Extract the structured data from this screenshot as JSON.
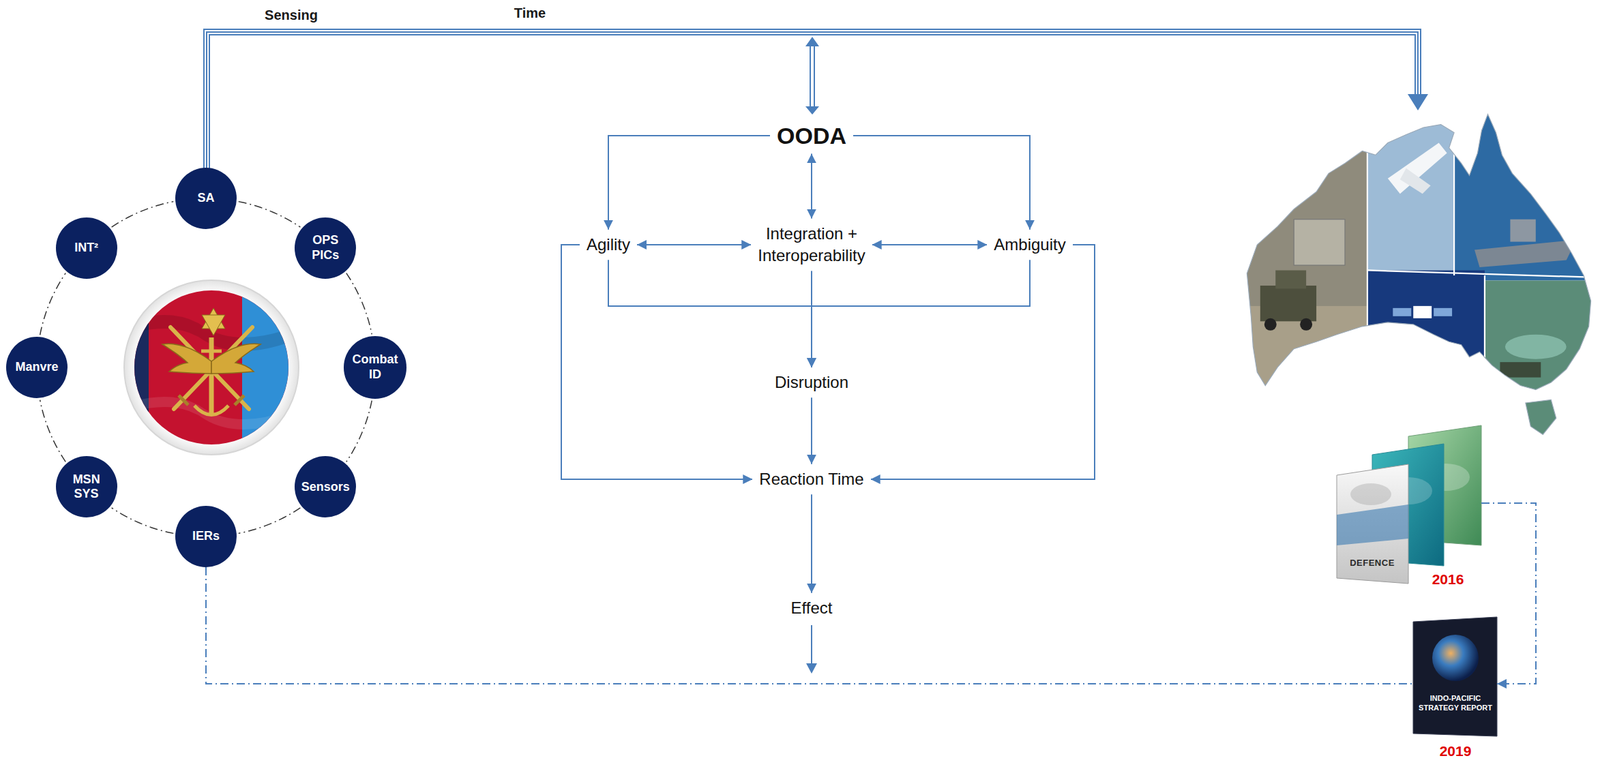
{
  "diagram": {
    "nodes": [
      {
        "text": [
          "SA"
        ]
      },
      {
        "text": [
          "OPS PICs"
        ]
      },
      {
        "text": [
          "Combat ID"
        ]
      },
      {
        "text": [
          "Sensors"
        ]
      },
      {
        "text": [
          "IERs"
        ]
      },
      {
        "text": [
          "MSN SYS"
        ]
      },
      {
        "text": [
          "Manvre"
        ]
      },
      {
        "text": [
          "INT²"
        ]
      },
      {
        "text": [
          "OODA"
        ]
      },
      {
        "text": [
          "Agility"
        ]
      },
      {
        "text": [
          "Integration + Interoperability"
        ]
      },
      {
        "text": [
          "Ambiguity"
        ]
      },
      {
        "text": [
          "Disruption"
        ]
      },
      {
        "text": [
          "Reaction Time"
        ]
      },
      {
        "text": [
          "Effect"
        ]
      },
      {
        "text": [
          "2016"
        ]
      },
      {
        "text": [
          "2019"
        ]
      }
    ],
    "edges": [
      {
        "from": 8,
        "to": 9,
        "arrow": "to"
      },
      {
        "from": 8,
        "to": 11,
        "arrow": "to"
      },
      {
        "from": 8,
        "to": 10,
        "arrow": "both"
      },
      {
        "from": 9,
        "to": 10,
        "arrow": "both"
      },
      {
        "from": 10,
        "to": 11,
        "arrow": "both"
      },
      {
        "from": 9,
        "to": 12,
        "arrow": "to"
      },
      {
        "from": 10,
        "to": 12,
        "arrow": "to"
      },
      {
        "from": 11,
        "to": 12,
        "arrow": "to"
      },
      {
        "from": 12,
        "to": 13,
        "arrow": "to"
      },
      {
        "from": 9,
        "to": 13,
        "arrow": "to"
      },
      {
        "from": 11,
        "to": 13,
        "arrow": "to"
      },
      {
        "from": 13,
        "to": 14,
        "arrow": "to"
      },
      {
        "from": 4,
        "to": 16,
        "arrow": "none"
      },
      {
        "from": 15,
        "to": 16,
        "arrow": "to"
      },
      {
        "from": 0,
        "to": 1,
        "arrow": "none"
      },
      {
        "from": 1,
        "to": 2,
        "arrow": "none"
      },
      {
        "from": 2,
        "to": 3,
        "arrow": "none"
      },
      {
        "from": 3,
        "to": 4,
        "arrow": "none"
      },
      {
        "from": 4,
        "to": 5,
        "arrow": "none"
      },
      {
        "from": 5,
        "to": 6,
        "arrow": "none"
      },
      {
        "from": 6,
        "to": 7,
        "arrow": "none"
      },
      {
        "from": 7,
        "to": 0,
        "arrow": "none"
      }
    ],
    "labels": [
      "Sensing",
      "Time",
      "DEFENCE",
      "INDO-PACIFIC STRATEGY REPORT"
    ]
  }
}
